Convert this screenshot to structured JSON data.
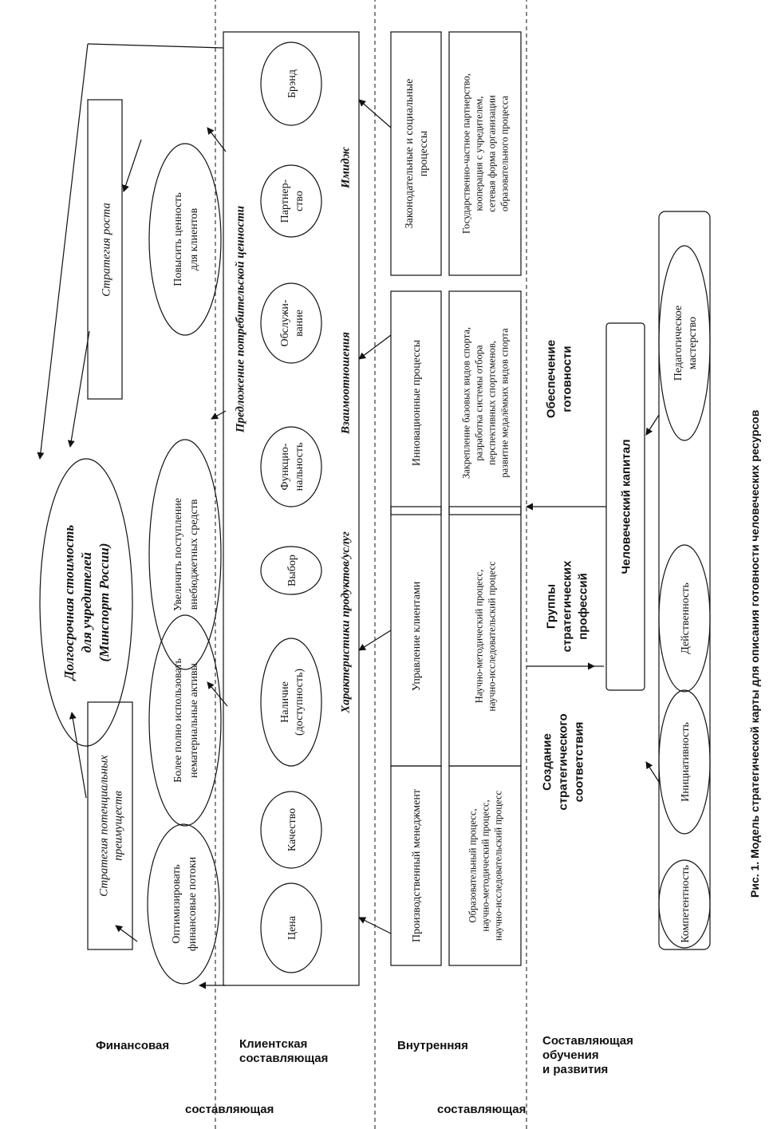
{
  "diagram": {
    "top_node": {
      "lines": [
        "Долгосрочная стоимость",
        "для учредителей",
        "(Минспорт России)"
      ]
    },
    "financial": {
      "strategy_left": {
        "lines": [
          "Стратегия потенциальных",
          "преимуществ"
        ]
      },
      "strategy_right": {
        "lines": [
          "Стратегия роста"
        ]
      },
      "goals": [
        {
          "lines": [
            "Оптимизировать",
            "финансовые потоки"
          ]
        },
        {
          "lines": [
            "Более полно использовать",
            "нематериальные активы"
          ]
        },
        {
          "lines": [
            "Увеличить поступление",
            "внебюджетных средств"
          ]
        },
        {
          "lines": [
            "Повысить ценность",
            "для клиентов"
          ]
        }
      ]
    },
    "client": {
      "title": "Предложение потребительской ценности",
      "items": [
        {
          "lines": [
            "Цена"
          ]
        },
        {
          "lines": [
            "Качество"
          ]
        },
        {
          "lines": [
            "Наличие",
            "(доступность)"
          ]
        },
        {
          "lines": [
            "Выбор"
          ]
        },
        {
          "lines": [
            "Функцио-",
            "нальность"
          ]
        },
        {
          "lines": [
            "Обслужи-",
            "вание"
          ]
        },
        {
          "lines": [
            "Партнер-",
            "ство"
          ]
        },
        {
          "lines": [
            "Брэнд"
          ]
        }
      ],
      "group_labels": [
        "Характеристики продуктов/услуг",
        "Взаимоотношения",
        "Имидж"
      ]
    },
    "internal": {
      "processes": [
        {
          "title": [
            "Производственный менеджмент"
          ],
          "detail": [
            "Образовательный процесс,",
            "научно-методический процесс,",
            "научно-исследовательский процесс"
          ]
        },
        {
          "title": [
            "Управление клиентами"
          ],
          "detail": [
            "Научно-методический процесс,",
            "научно-исследовательский процесс"
          ]
        },
        {
          "title": [
            "Инновационные процессы"
          ],
          "detail": [
            "Закрепление базовых видов спорта,",
            "разработка системы отбора",
            "перспективных спортсменов,",
            "развитие медалёмких видов спорта"
          ]
        },
        {
          "title": [
            "Законодательные и социальные",
            "процессы"
          ],
          "detail": [
            "Государственно-частное партнерство,",
            "кооперация с учредителем,",
            "сетевая форма организации",
            "образовательного процесса"
          ]
        }
      ]
    },
    "learning": {
      "labels": [
        {
          "lines": [
            "Создание",
            "стратегического",
            "соответствия"
          ]
        },
        {
          "lines": [
            "Группы",
            "стратегических",
            "профессий"
          ]
        },
        {
          "lines": [
            "Обеспечение",
            "готовности"
          ]
        }
      ],
      "human_capital": "Человеческий капитал",
      "qualities": [
        {
          "lines": [
            "Компетентность"
          ]
        },
        {
          "lines": [
            "Инициативность"
          ]
        },
        {
          "lines": [
            "Действенность"
          ]
        },
        {
          "lines": [
            "Педагогическое",
            "мастерство"
          ]
        }
      ]
    }
  },
  "perspectives": [
    {
      "lines": [
        "Финансовая",
        "составляющая"
      ]
    },
    {
      "lines": [
        "Клиентская",
        "составляющая"
      ]
    },
    {
      "lines": [
        "Внутренняя",
        "составляющая"
      ]
    },
    {
      "lines": [
        "Составляющая",
        "обучения",
        "и развития"
      ]
    }
  ],
  "caption": "Рис. 1. Модель стратегической карты для описания готовности человеческих ресурсов"
}
